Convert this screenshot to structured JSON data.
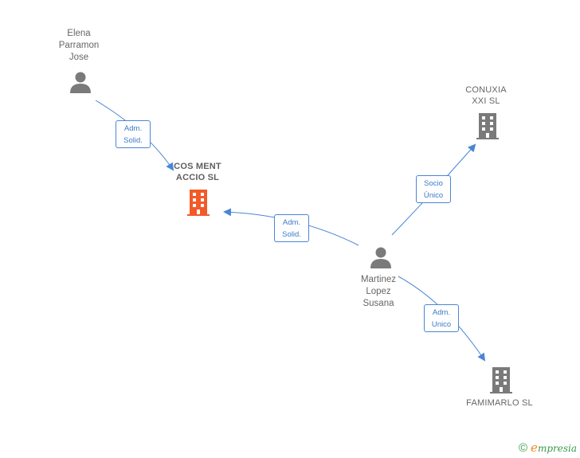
{
  "nodes": {
    "elena": {
      "label": "Elena\nParramon\nJose",
      "type": "person"
    },
    "cosment": {
      "label": "COS MENT\nACCIO  SL",
      "type": "company-main"
    },
    "conuxia": {
      "label": "CONUXIA\nXXI SL",
      "type": "company"
    },
    "martinez": {
      "label": "Martinez\nLopez\nSusana",
      "type": "person"
    },
    "famimarlo": {
      "label": "FAMIMARLO SL",
      "type": "company"
    }
  },
  "edges": {
    "elena_cosment": {
      "label": "Adm.\nSolid."
    },
    "martinez_cosment": {
      "label": "Adm.\nSolid."
    },
    "martinez_conuxia": {
      "label": "Socio\nÚnico"
    },
    "martinez_famimarlo": {
      "label": "Adm.\nUnico"
    }
  },
  "colors": {
    "edge": "#4a86d6",
    "person_icon": "#7a7a7a",
    "company_icon": "#7a7a7a",
    "main_company_icon": "#f25a28"
  },
  "footer": {
    "copyright_symbol": "©",
    "brand_initial": "e",
    "brand_rest": "mpresia"
  }
}
